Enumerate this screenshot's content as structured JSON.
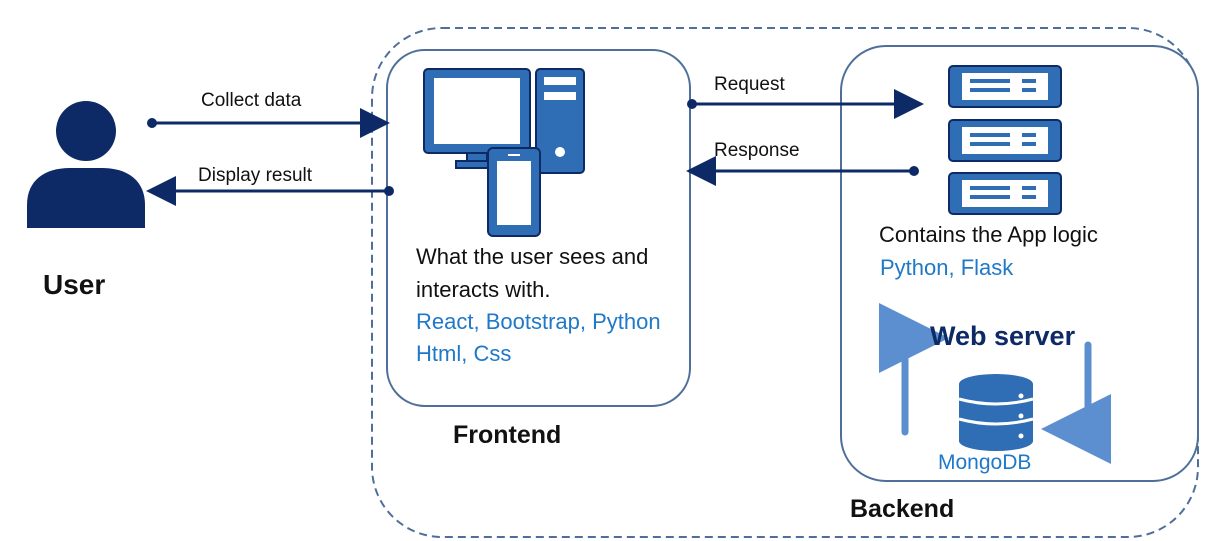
{
  "user": {
    "label": "User"
  },
  "arrows": {
    "collect_data": "Collect data",
    "display_result": "Display result",
    "request": "Request",
    "response": "Response"
  },
  "frontend": {
    "title": "Frontend",
    "description_line1": "What the user sees and",
    "description_line2": "interacts with.",
    "tech_line1": "React, Bootstrap, Python",
    "tech_line2": "Html, Css"
  },
  "backend": {
    "title": "Backend",
    "app_logic": "Contains the App logic",
    "app_tech": "Python, Flask",
    "web_server": "Web server",
    "database": "MongoDB"
  },
  "colors": {
    "navy": "#0d2a66",
    "box_border": "#4f6f9a",
    "icon_blue": "#2f6db5",
    "tech_text": "#1f78c8"
  }
}
